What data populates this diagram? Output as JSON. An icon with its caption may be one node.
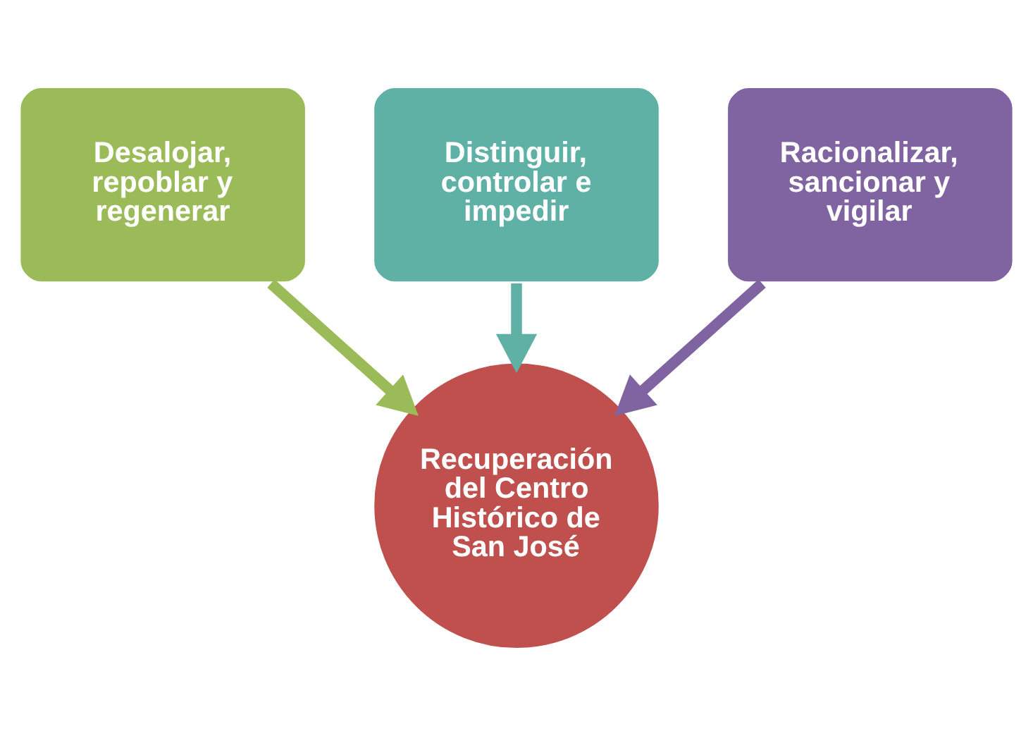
{
  "diagram": {
    "nodes": [
      {
        "text": [
          "Desalojar, repoblar y regenerar"
        ]
      },
      {
        "text": [
          "Distinguir, controlar e impedir"
        ]
      },
      {
        "text": [
          "Racionalizar, sancionar y vigilar"
        ]
      },
      {
        "text": [
          "Recuperación del Centro Histórico de San José"
        ]
      }
    ],
    "edges": [
      {
        "from": 0,
        "to": 3,
        "arrow": "to",
        "color": "#9bbb59"
      },
      {
        "from": 1,
        "to": 3,
        "arrow": "to",
        "color": "#5fb0a5"
      },
      {
        "from": 2,
        "to": 3,
        "arrow": "to",
        "color": "#8064a2"
      }
    ]
  }
}
